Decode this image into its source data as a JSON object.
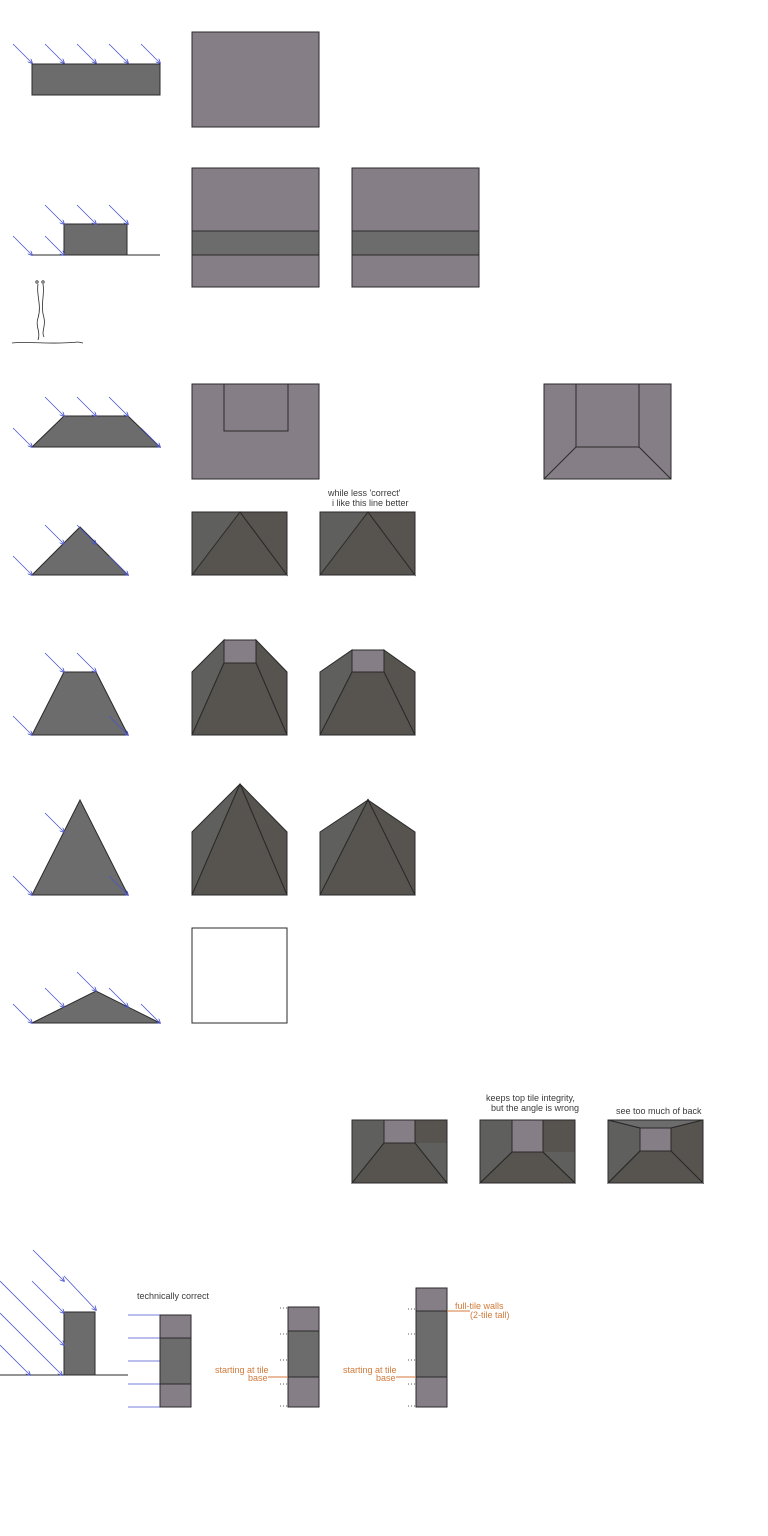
{
  "colors": {
    "tile_top": "#857e87",
    "wall_front": "#6b6c6b",
    "wall_side": "#5f605e",
    "wall_dark": "#57534e",
    "outline": "#2a2a2a",
    "light_ray": "#4a55d0",
    "annotation_accent": "#d07a3a",
    "annotation_text": "#3a3a3a",
    "background": "#ffffff"
  },
  "annotations": {
    "less_correct_line1": "while less 'correct'",
    "less_correct_line2": "i like this line better",
    "tile_integrity_line1": "keeps top tile integrity,",
    "tile_integrity_line2": "but the angle is wrong",
    "see_too_much": "see too much of back",
    "technically_correct": "technically correct",
    "starting_at_base_a_line1": "starting at tile",
    "starting_at_base_a_line2": "base",
    "starting_at_base_b_line1": "starting at tile",
    "starting_at_base_b_line2": "base",
    "full_tile_walls_line1": "full-tile walls",
    "full_tile_walls_line2": "(2-tile tall)"
  },
  "icons": {
    "light_ray": "arrow-diagonal-down-right",
    "axis_scribble": "hand-drawn-axis-icon"
  }
}
